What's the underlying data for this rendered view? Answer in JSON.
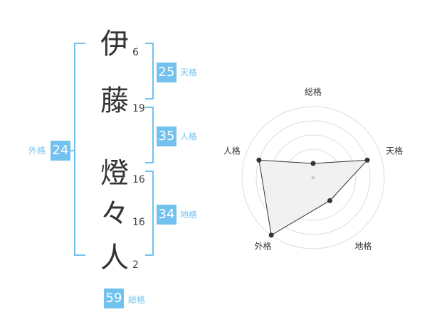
{
  "name": {
    "chars": [
      {
        "char": "伊",
        "strokes": "6"
      },
      {
        "char": "藤",
        "strokes": "19"
      },
      {
        "char": "燈",
        "strokes": "16"
      },
      {
        "char": "々",
        "strokes": "16"
      },
      {
        "char": "人",
        "strokes": "2"
      }
    ]
  },
  "fortune": {
    "tenkaku": {
      "value": "25",
      "label": "天格"
    },
    "jinkaku": {
      "value": "35",
      "label": "人格"
    },
    "chikaku": {
      "value": "34",
      "label": "地格"
    },
    "gaikaku": {
      "value": "24",
      "label": "外格"
    },
    "soukaku": {
      "value": "59",
      "label": "総格"
    }
  },
  "colors": {
    "accent": "#72c2f0",
    "text": "#333333",
    "radar_fill": "#eeeeee",
    "radar_grid": "#dddddd"
  },
  "chart_data": {
    "type": "radar",
    "axes": [
      "総格",
      "天格",
      "地格",
      "外格",
      "人格"
    ],
    "values": [
      1,
      4,
      2,
      5,
      4
    ],
    "max": 5
  }
}
